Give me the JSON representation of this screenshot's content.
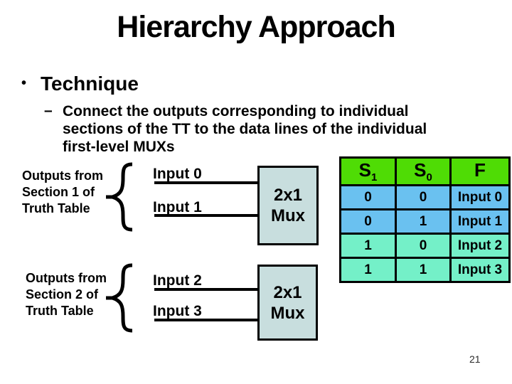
{
  "slide": {
    "title": "Hierarchy Approach",
    "page_number": "21"
  },
  "bullet": {
    "marker": "•",
    "label": "Technique",
    "sub_marker": "–",
    "sub_lines": [
      "Connect the outputs corresponding to individual",
      "sections of the TT to the data lines of the individual",
      "first-level MUXs"
    ]
  },
  "diagram": {
    "sections": [
      {
        "label_lines": [
          "Outputs from",
          "Section 1 of",
          "Truth Table"
        ],
        "inputs": [
          "Input 0",
          "Input 1"
        ],
        "mux": {
          "line1": "2x1",
          "line2": "Mux"
        }
      },
      {
        "label_lines": [
          "Outputs from",
          "Section 2 of",
          "Truth Table"
        ],
        "inputs": [
          "Input 2",
          "Input 3"
        ],
        "mux": {
          "line1": "2x1",
          "line2": "Mux"
        }
      }
    ]
  },
  "truth_table": {
    "headers": [
      {
        "base": "S",
        "sub": "1"
      },
      {
        "base": "S",
        "sub": "0"
      },
      {
        "base": "F",
        "sub": ""
      }
    ],
    "rows": [
      [
        "0",
        "0",
        "Input 0"
      ],
      [
        "0",
        "1",
        "Input 1"
      ],
      [
        "1",
        "0",
        "Input 2"
      ],
      [
        "1",
        "1",
        "Input 3"
      ]
    ]
  },
  "colors": {
    "table_header_green": "#4fdc05",
    "table_row_blue": "#6ac1f0",
    "table_row_aqua": "#74f0c8",
    "mux_fill": "#c8dede",
    "line_black": "#000000"
  }
}
